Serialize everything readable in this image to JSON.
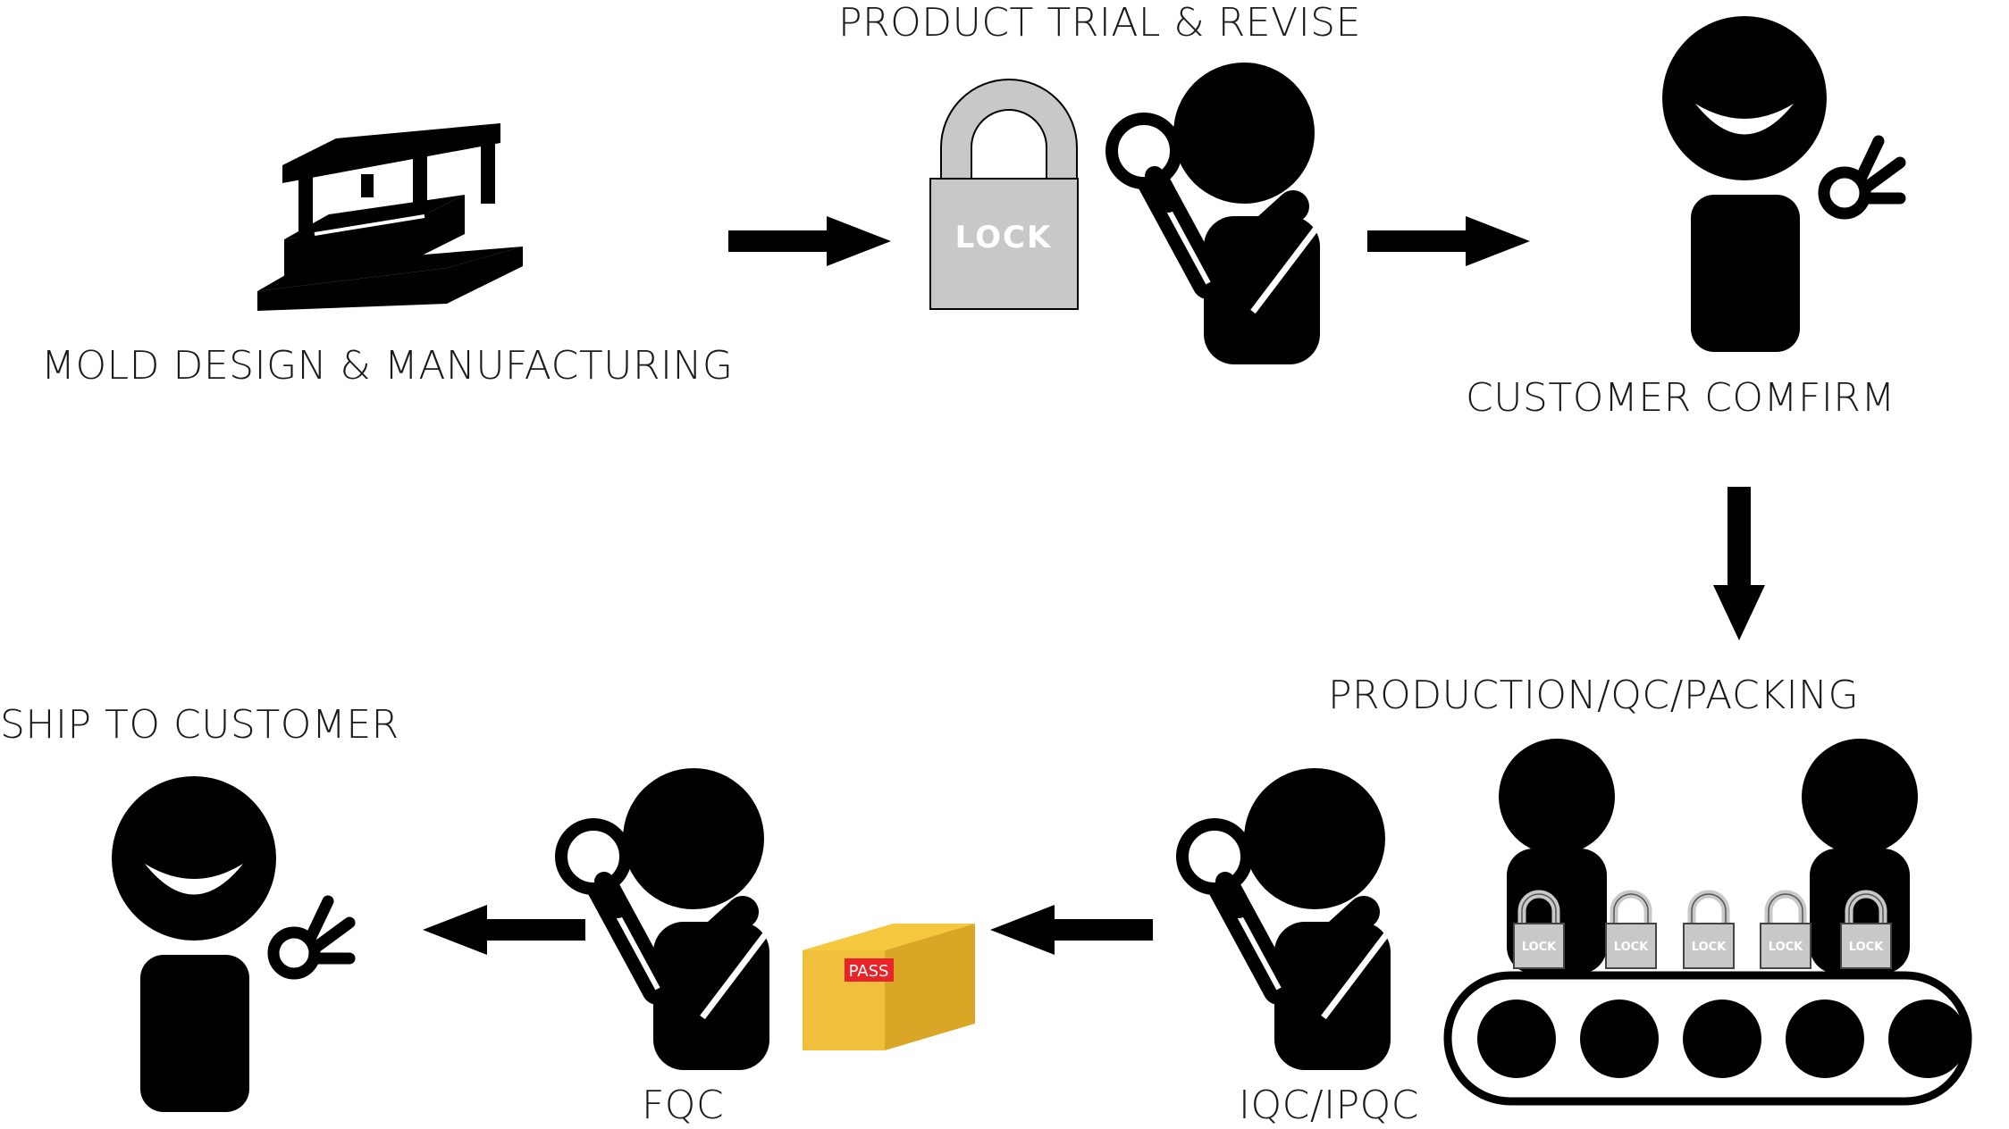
{
  "steps": {
    "mold": {
      "label": "MOLD DESIGN & MANUFACTURING"
    },
    "trial": {
      "label": "PRODUCT TRIAL & REVISE",
      "lock_text": "LOCK"
    },
    "confirm": {
      "label": "CUSTOMER COMFIRM"
    },
    "production": {
      "label": "PRODUCTION/QC/PACKING",
      "lock_text": "LOCK"
    },
    "iqc": {
      "label": "IQC/IPQC"
    },
    "fqc": {
      "label": "FQC",
      "box_tag": "PASS"
    },
    "ship": {
      "label": "SHIP TO CUSTOMER"
    }
  },
  "colors": {
    "ink": "#000000",
    "lock_gray": "#c8c8c8",
    "box_yellow": "#f0c03c",
    "pass_red": "#e8232a"
  },
  "icons": [
    "mold-press-icon",
    "padlock-icon",
    "inspector-icon",
    "ok-gesture-person-icon",
    "conveyor-icon",
    "box-icon",
    "arrow-icon"
  ]
}
